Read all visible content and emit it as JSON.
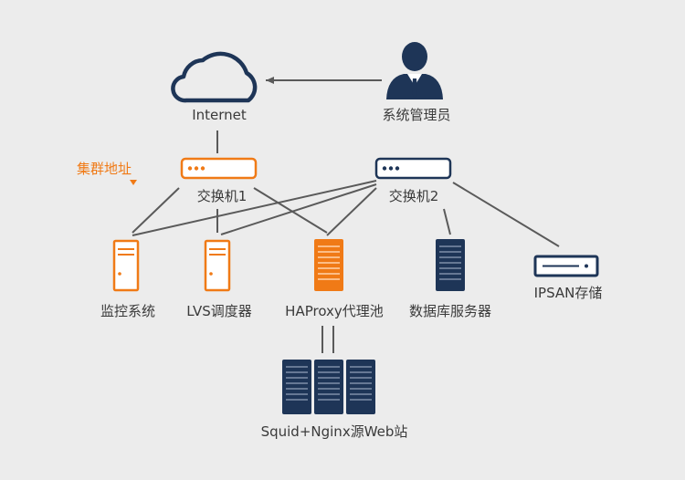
{
  "labels": {
    "internet": "Internet",
    "admin": "系统管理员",
    "cluster_address": "集群地址",
    "switch1": "交换机1",
    "switch2": "交换机2",
    "monitor": "监控系统",
    "lvs": "LVS调度器",
    "haproxy": "HAProxy代理池",
    "database": "数据库服务器",
    "ipsan": "IPSAN存储",
    "web": "Squid+Nginx源Web站"
  },
  "icons": {
    "internet": "cloud-icon",
    "admin": "administrator-icon",
    "switch1": "switch-icon",
    "switch2": "switch-icon",
    "monitor": "server-tower-icon",
    "lvs": "server-tower-icon",
    "haproxy": "server-rack-icon",
    "database": "server-rack-icon",
    "ipsan": "storage-device-icon",
    "web": "server-rack-icon"
  },
  "colors": {
    "background": "#ececec",
    "navy": "#1e3557",
    "orange": "#f07a16",
    "line": "#5a5a5a",
    "text": "#3a3a3a"
  }
}
